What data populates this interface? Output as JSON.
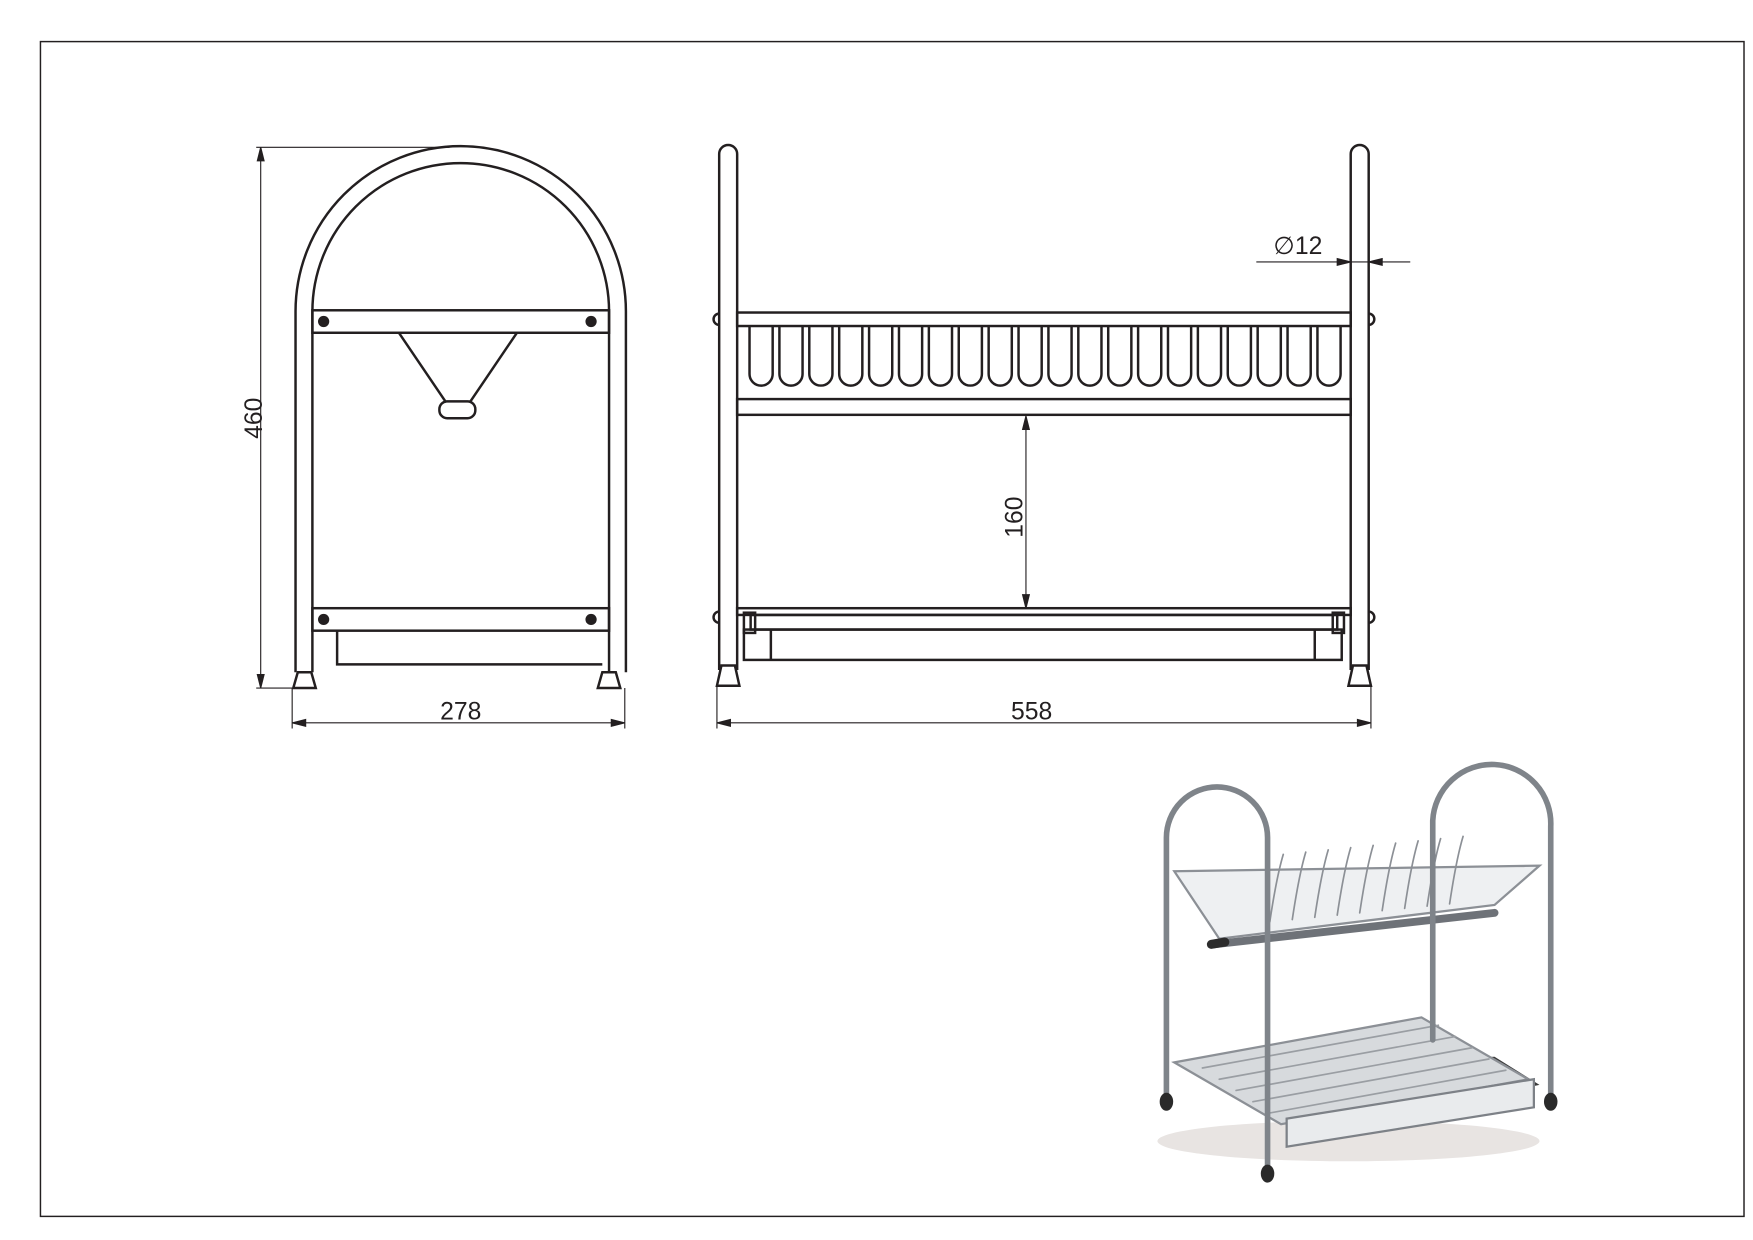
{
  "drawing": {
    "side_view": {
      "height_label": "460",
      "width_label": "278"
    },
    "front_view": {
      "width_label": "558",
      "shelf_gap_label": "160",
      "tube_diameter_label": "∅12"
    },
    "tine_count": 20,
    "colors": {
      "line": "#231f20",
      "steel": "#9a9ea3",
      "dark": "#3a3a3a"
    }
  }
}
